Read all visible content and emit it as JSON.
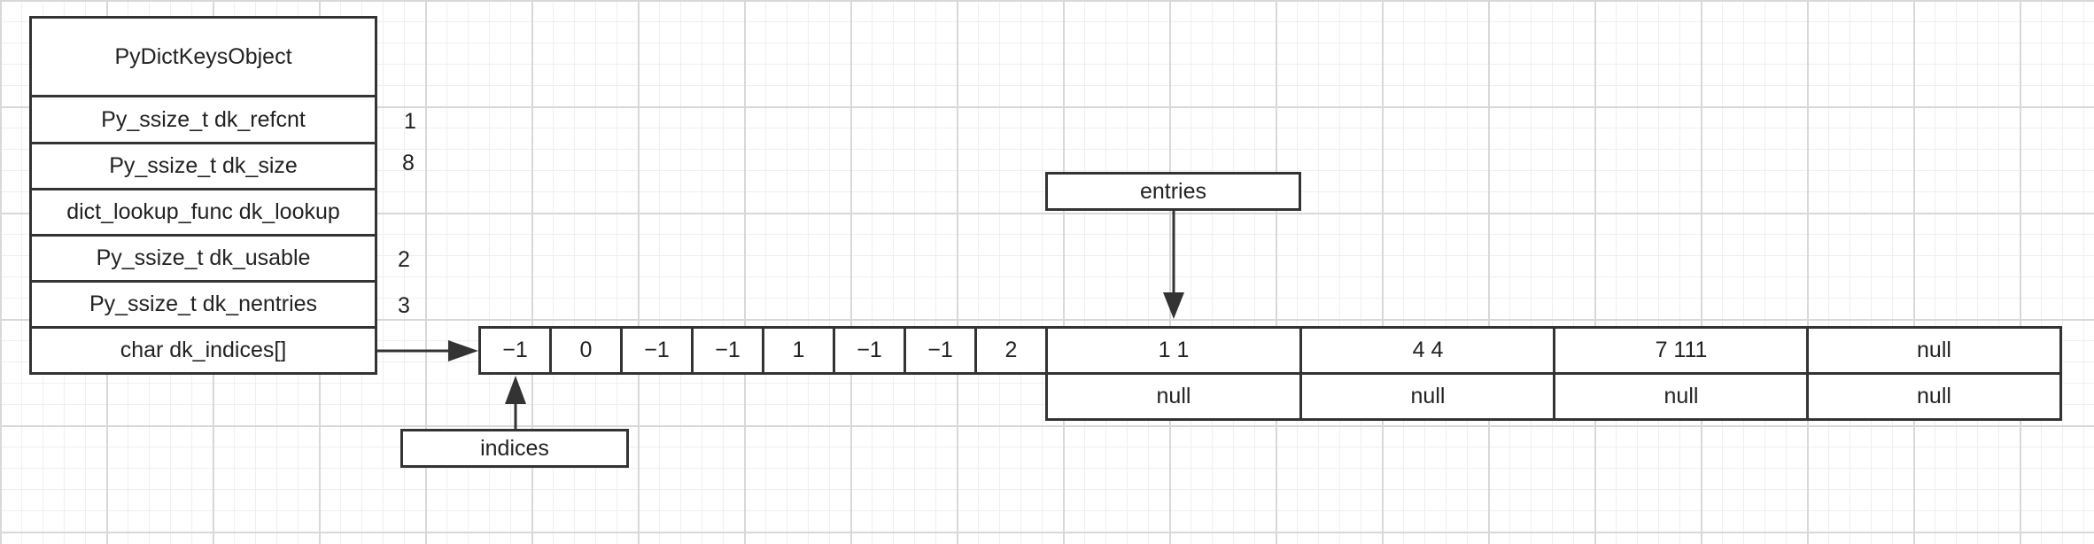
{
  "struct": {
    "title": "PyDictKeysObject",
    "fields": [
      {
        "label": "Py_ssize_t dk_refcnt",
        "value": "1"
      },
      {
        "label": "Py_ssize_t dk_size",
        "value": "8"
      },
      {
        "label": "dict_lookup_func dk_lookup",
        "value": ""
      },
      {
        "label": "Py_ssize_t dk_usable",
        "value": "2"
      },
      {
        "label": "Py_ssize_t dk_nentries",
        "value": "3"
      },
      {
        "label": "char dk_indices[]",
        "value": ""
      }
    ]
  },
  "indices": {
    "label": "indices",
    "cells": [
      "−1",
      "0",
      "−1",
      "−1",
      "1",
      "−1",
      "−1",
      "2"
    ]
  },
  "entries": {
    "label": "entries",
    "top": [
      "1 1",
      "4 4",
      "7 111",
      "null"
    ],
    "bottom": [
      "null",
      "null",
      "null",
      "null"
    ]
  },
  "colors": {
    "line": "#333333",
    "grid": "#d8d8d8",
    "background": "#ffffff"
  }
}
